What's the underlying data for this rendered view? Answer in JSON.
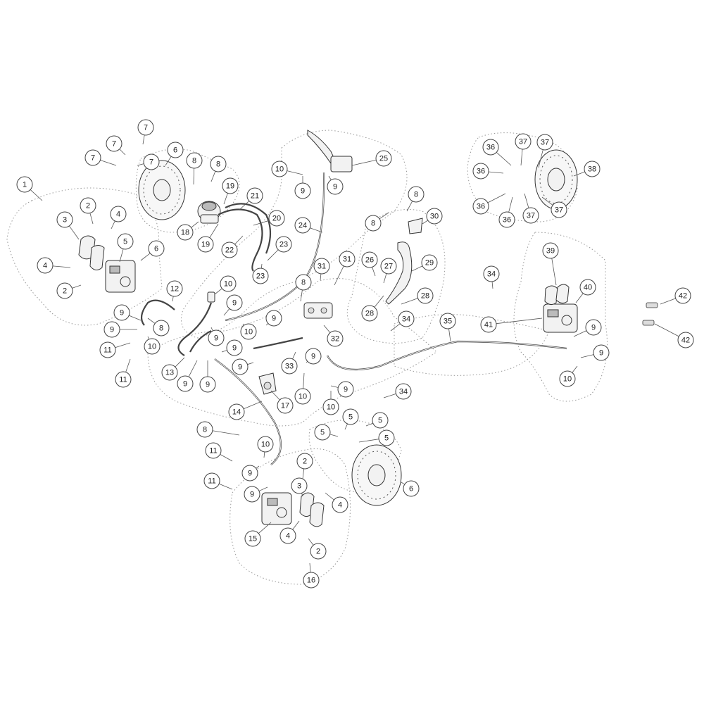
{
  "diagram": {
    "callouts": [
      {
        "label": "1"
      },
      {
        "label": "2"
      },
      {
        "label": "3"
      },
      {
        "label": "4"
      },
      {
        "label": "5"
      },
      {
        "label": "6"
      },
      {
        "label": "4"
      },
      {
        "label": "2"
      },
      {
        "label": "7"
      },
      {
        "label": "7"
      },
      {
        "label": "7"
      },
      {
        "label": "7"
      },
      {
        "label": "6"
      },
      {
        "label": "8"
      },
      {
        "label": "8"
      },
      {
        "label": "19"
      },
      {
        "label": "18"
      },
      {
        "label": "19"
      },
      {
        "label": "21"
      },
      {
        "label": "20"
      },
      {
        "label": "22"
      },
      {
        "label": "23"
      },
      {
        "label": "23"
      },
      {
        "label": "10"
      },
      {
        "label": "9"
      },
      {
        "label": "9"
      },
      {
        "label": "25"
      },
      {
        "label": "24"
      },
      {
        "label": "8"
      },
      {
        "label": "8"
      },
      {
        "label": "30"
      },
      {
        "label": "29"
      },
      {
        "label": "26"
      },
      {
        "label": "27"
      },
      {
        "label": "28"
      },
      {
        "label": "28"
      },
      {
        "label": "31"
      },
      {
        "label": "31"
      },
      {
        "label": "8"
      },
      {
        "label": "34"
      },
      {
        "label": "32"
      },
      {
        "label": "12"
      },
      {
        "label": "10"
      },
      {
        "label": "9"
      },
      {
        "label": "9"
      },
      {
        "label": "8"
      },
      {
        "label": "9"
      },
      {
        "label": "10"
      },
      {
        "label": "11"
      },
      {
        "label": "11"
      },
      {
        "label": "9"
      },
      {
        "label": "9"
      },
      {
        "label": "10"
      },
      {
        "label": "13"
      },
      {
        "label": "9"
      },
      {
        "label": "9"
      },
      {
        "label": "9"
      },
      {
        "label": "9"
      },
      {
        "label": "33"
      },
      {
        "label": "9"
      },
      {
        "label": "17"
      },
      {
        "label": "10"
      },
      {
        "label": "9"
      },
      {
        "label": "10"
      },
      {
        "label": "14"
      },
      {
        "label": "34"
      },
      {
        "label": "35"
      },
      {
        "label": "34"
      },
      {
        "label": "36"
      },
      {
        "label": "37"
      },
      {
        "label": "37"
      },
      {
        "label": "38"
      },
      {
        "label": "36"
      },
      {
        "label": "36"
      },
      {
        "label": "36"
      },
      {
        "label": "37"
      },
      {
        "label": "37"
      },
      {
        "label": "39"
      },
      {
        "label": "40"
      },
      {
        "label": "41"
      },
      {
        "label": "9"
      },
      {
        "label": "9"
      },
      {
        "label": "10"
      },
      {
        "label": "42"
      },
      {
        "label": "42"
      },
      {
        "label": "5"
      },
      {
        "label": "5"
      },
      {
        "label": "5"
      },
      {
        "label": "5"
      },
      {
        "label": "6"
      },
      {
        "label": "8"
      },
      {
        "label": "11"
      },
      {
        "label": "11"
      },
      {
        "label": "10"
      },
      {
        "label": "9"
      },
      {
        "label": "9"
      },
      {
        "label": "2"
      },
      {
        "label": "3"
      },
      {
        "label": "4"
      },
      {
        "label": "15"
      },
      {
        "label": "4"
      },
      {
        "label": "2"
      },
      {
        "label": "16"
      }
    ]
  }
}
